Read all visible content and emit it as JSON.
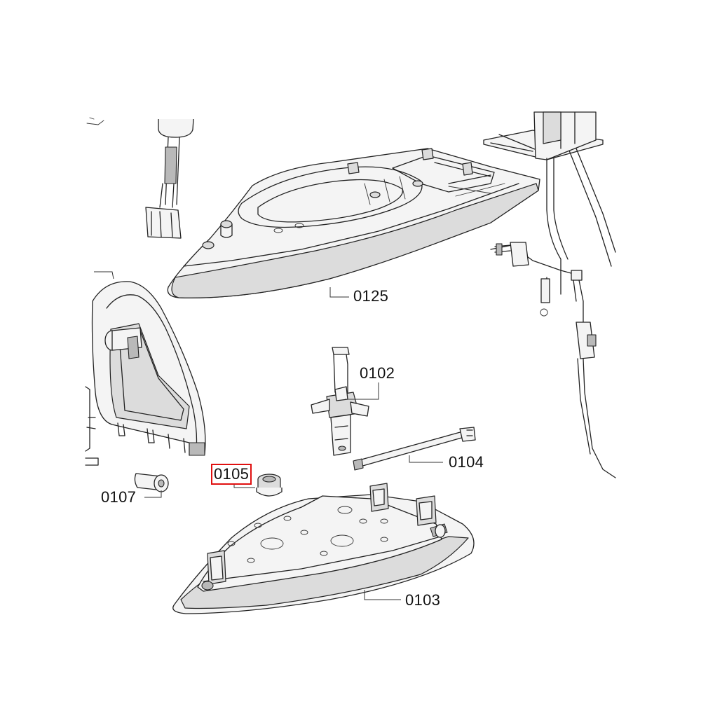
{
  "labels": {
    "p0125": "0125",
    "p0102": "0102",
    "p0104": "0104",
    "p0105": "0105",
    "p0107": "0107",
    "p0103": "0103"
  },
  "highlight_color": "#e01010"
}
